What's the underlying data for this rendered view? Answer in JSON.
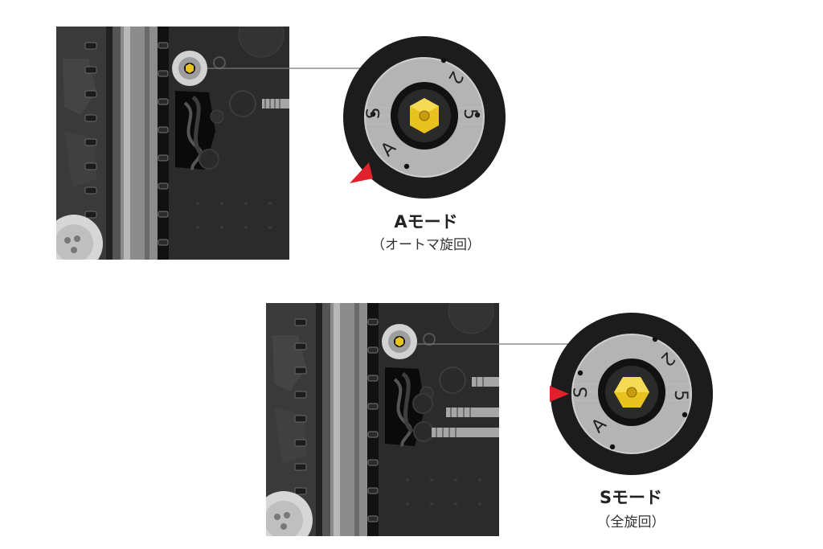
{
  "panels": [
    {
      "id": "a",
      "title": "Aモード",
      "subtitle": "（オートマ旋回）",
      "dial_letters": {
        "s": "S",
        "a": "A",
        "two": "2",
        "five": "5"
      },
      "pointer_at": "A",
      "colors": {
        "pointer": "#e0202a",
        "nut": "#e8c21e"
      }
    },
    {
      "id": "s",
      "title": "Sモード",
      "subtitle": "（全旋回）",
      "dial_letters": {
        "s": "S",
        "a": "A",
        "two": "2",
        "five": "5"
      },
      "pointer_at": "S",
      "colors": {
        "pointer": "#e0202a",
        "nut": "#e8c21e"
      }
    }
  ]
}
